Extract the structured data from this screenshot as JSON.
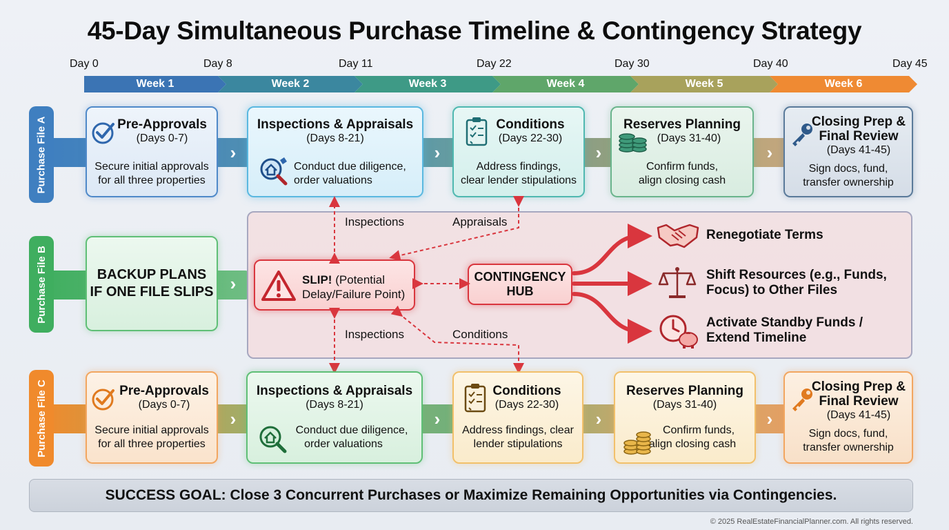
{
  "title": "45-Day Simultaneous Purchase Timeline & Contingency Strategy",
  "timeline": {
    "days": [
      "Day 0",
      "Day 8",
      "Day 11",
      "Day 22",
      "Day 30",
      "Day 40",
      "Day 45"
    ],
    "weeks": [
      "Week 1",
      "Week 2",
      "Week 3",
      "Week 4",
      "Week 5",
      "Week 6"
    ]
  },
  "lanes": {
    "a": "Purchase File A",
    "b": "Purchase File B",
    "c": "Purchase File C"
  },
  "file_a": {
    "preapprovals": {
      "title": "Pre-Approvals",
      "sub": "(Days 0-7)",
      "body1": "Secure initial approvals",
      "body2": "for all three properties"
    },
    "inspections": {
      "title": "Inspections & Appraisals",
      "sub": "(Days 8-21)",
      "body1": "Conduct due diligence,",
      "body2": "order valuations"
    },
    "conditions": {
      "title": "Conditions",
      "sub": "(Days 22-30)",
      "body1": "Address findings,",
      "body2": "clear lender stipulations"
    },
    "reserves": {
      "title": "Reserves Planning",
      "sub": "(Days 31-40)",
      "body1": "Confirm funds,",
      "body2": "align closing cash"
    },
    "closing": {
      "title1": "Closing Prep &",
      "title2": "Final Review",
      "sub": "(Days 41-45)",
      "body1": "Sign docs, fund,",
      "body2": "transfer ownership"
    }
  },
  "file_b": {
    "backup": {
      "line1": "BACKUP PLANS",
      "line2": "IF ONE FILE SLIPS"
    },
    "slip": {
      "bold": "SLIP!",
      "rest1": "(Potential",
      "rest2": "Delay/Failure Point)"
    },
    "hub": {
      "line1": "CONTINGENCY",
      "line2": "HUB"
    },
    "connectors": {
      "top_left": "Inspections",
      "top_right": "Appraisals",
      "bottom_left": "Inspections",
      "bottom_right": "Conditions"
    },
    "options": [
      {
        "line1": "Renegotiate Terms",
        "line2": ""
      },
      {
        "line1": "Shift Resources (e.g., Funds,",
        "line2": "Focus) to Other Files"
      },
      {
        "line1": "Activate Standby Funds /",
        "line2": "Extend Timeline"
      }
    ]
  },
  "file_c": {
    "preapprovals": {
      "title": "Pre-Approvals",
      "sub": "(Days 0-7)",
      "body1": "Secure initial approvals",
      "body2": "for all three properties"
    },
    "inspections": {
      "title": "Inspections & Appraisals",
      "sub": "(Days 8-21)",
      "body1": "Conduct due diligence,",
      "body2": "order valuations"
    },
    "conditions": {
      "title": "Conditions",
      "sub": "(Days 22-30)",
      "body1": "Address findings, clear",
      "body2": "lender stipulations"
    },
    "reserves": {
      "title": "Reserves Planning",
      "sub": "(Days 31-40)",
      "body1": "Confirm funds,",
      "body2": "align closing cash"
    },
    "closing": {
      "title1": "Closing Prep &",
      "title2": "Final Review",
      "sub": "(Days 41-45)",
      "body1": "Sign docs, fund,",
      "body2": "transfer ownership"
    }
  },
  "goal": "SUCCESS GOAL: Close 3 Concurrent Purchases or Maximize Remaining Opportunities via Contingencies.",
  "copyright": "© 2025 RealEstateFinancialPlanner.com. All rights reserved.",
  "colors": {
    "blue": "#3f7fc0",
    "green": "#3fae5f",
    "orange": "#f08a2c",
    "red": "#d9363e"
  }
}
